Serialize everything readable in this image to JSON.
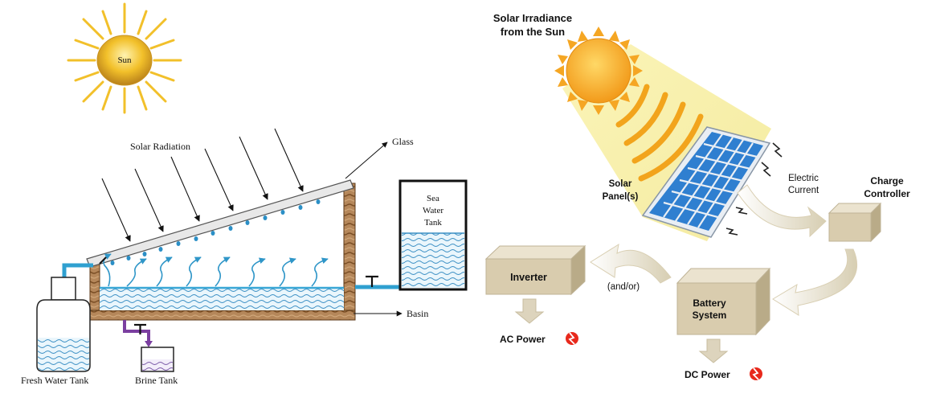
{
  "left_diagram": {
    "sun_label": "Sun",
    "solar_radiation_label": "Solar Radiation",
    "glass_label": "Glass",
    "sea_water_tank_label": [
      "Sea",
      "Water",
      "Tank"
    ],
    "basin_label": "Basin",
    "fresh_water_tank_label": "Fresh Water Tank",
    "brine_tank_label": "Brine Tank"
  },
  "right_diagram": {
    "irradiance_label": [
      "Solar Irradiance",
      "from the Sun"
    ],
    "solar_panel_label": [
      "Solar",
      "Panel(s)"
    ],
    "electric_current_label": [
      "Electric",
      "Current"
    ],
    "charge_controller_label": [
      "Charge",
      "Controller"
    ],
    "inverter_label": "Inverter",
    "and_or_label": "(and/or)",
    "battery_system_label": [
      "Battery",
      "System"
    ],
    "ac_power_label": "AC Power",
    "dc_power_label": "DC Power"
  },
  "colors": {
    "sun_orange": "#f5a623",
    "beam_yellow": "#f8f0a8",
    "panel_blue": "#2f7fd0",
    "box_tan": "#d9ccae",
    "water_blue": "#3aa7d6",
    "brine_purple": "#7b3fa0",
    "wall_brown": "#9b6a3b",
    "power_red": "#e8291c"
  }
}
